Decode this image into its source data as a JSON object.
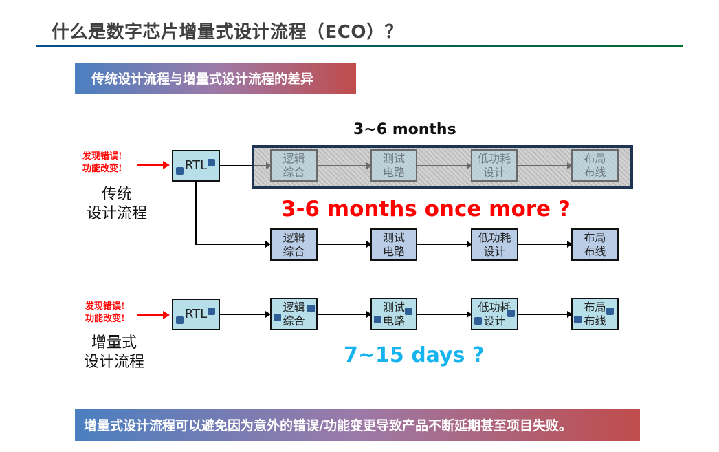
{
  "slide": {
    "title": "什么是数字芯片增量式设计流程（ECO）？",
    "colors": {
      "title_text": "#404040",
      "rule_start": "#004f8b",
      "rule_end": "#006b33",
      "banner_start": "#4a7fc0",
      "banner_end": "#c04c4c",
      "error_red": "#ff0000",
      "days_blue": "#16b4ee"
    }
  },
  "top_banner": {
    "text": "传统设计流程与增量式设计流程的差异"
  },
  "traditional": {
    "error_line1": "发现错误!",
    "error_line2": "功能改变!",
    "label_line1": "传统",
    "label_line2": "设计流程",
    "rtl": "RTL",
    "original_run": {
      "duration": "3~6 months",
      "steps": [
        {
          "line1": "逻辑",
          "line2": "综合"
        },
        {
          "line1": "测试",
          "line2": "电路"
        },
        {
          "line1": "低功耗",
          "line2": "设计"
        },
        {
          "line1": "布局",
          "line2": "布线"
        }
      ]
    },
    "rerun": {
      "warning": "3-6 months once more ?",
      "steps": [
        {
          "line1": "逻辑",
          "line2": "综合"
        },
        {
          "line1": "测试",
          "line2": "电路"
        },
        {
          "line1": "低功耗",
          "line2": "设计"
        },
        {
          "line1": "布局",
          "line2": "布线"
        }
      ]
    }
  },
  "incremental": {
    "error_line1": "发现错误!",
    "error_line2": "功能改变!",
    "label_line1": "增量式",
    "label_line2": "设计流程",
    "rtl": "RTL",
    "duration": "7~15 days ?",
    "steps": [
      {
        "line1": "逻辑",
        "line2": "综合"
      },
      {
        "line1": "测试",
        "line2": "电路"
      },
      {
        "line1": "低功耗",
        "line2": "设计"
      },
      {
        "line1": "布局",
        "line2": "布线"
      }
    ]
  },
  "bottom_banner": {
    "text": "增量式设计流程可以避免因为意外的错误/功能变更导致产品不断延期甚至项目失败。"
  }
}
